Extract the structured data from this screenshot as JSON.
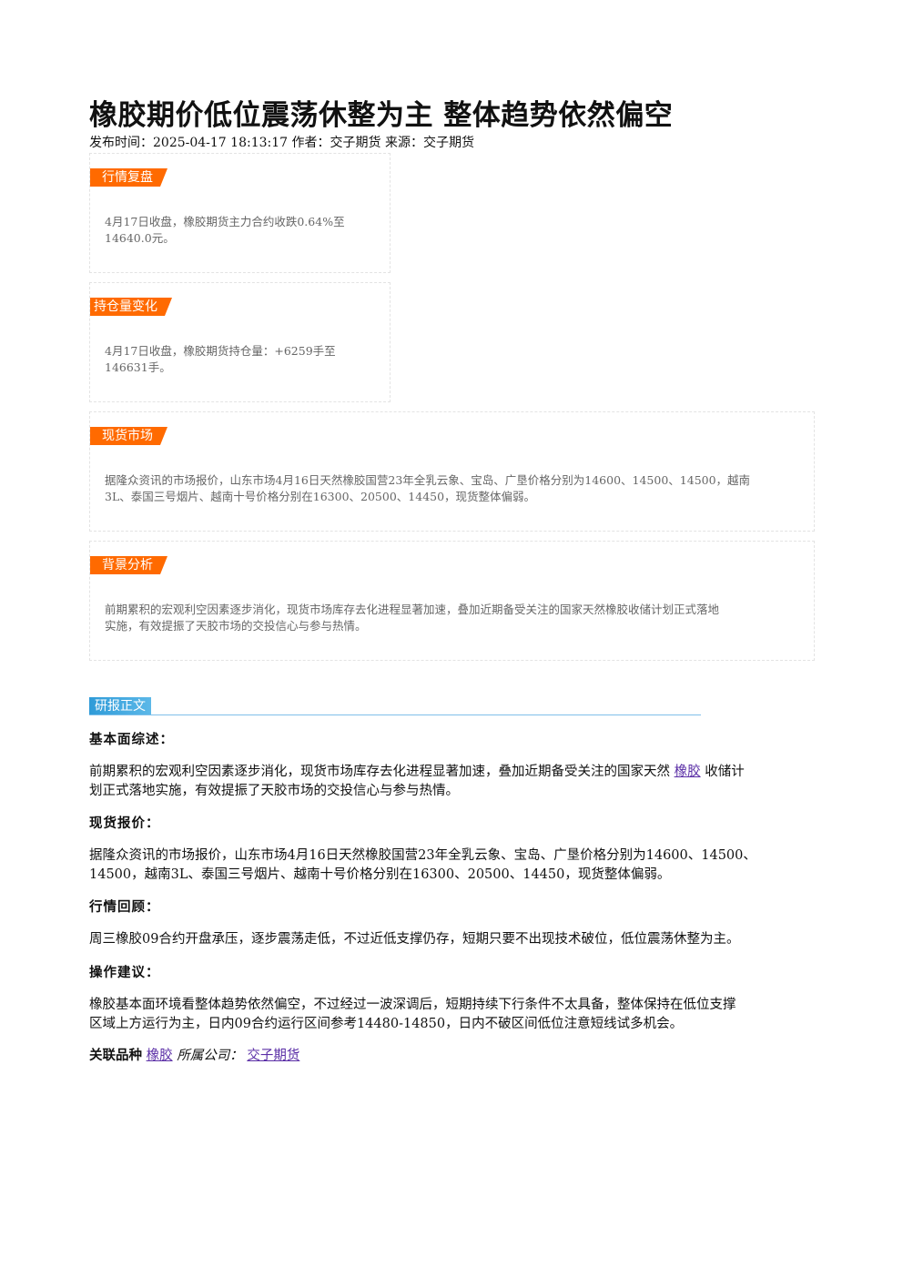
{
  "title": "橡胶期价低位震荡休整为主 整体趋势依然偏空",
  "meta": "发布时间：2025-04-17 18:13:17 作者：交子期货 来源：交子期货",
  "cards": [
    {
      "tag": "行情复盘",
      "text_line1": "4月17日收盘，橡胶期货主力合约收跌0.64%至",
      "text_line2": "14640.0元。"
    },
    {
      "tag": "持仓量变化",
      "text_line1": "4月17日收盘，橡胶期货持仓量：+6259手至",
      "text_line2": "146631手。"
    },
    {
      "tag": "现货市场",
      "text_line1": "据隆众资讯的市场报价，山东市场4月16日天然橡胶国营23年全乳云象、宝岛、广垦价格分别为14600、14500、14500，越南",
      "text_line2": "3L、泰国三号烟片、越南十号价格分别在16300、20500、14450，现货整体偏弱。"
    },
    {
      "tag": "背景分析",
      "text_line1": "前期累积的宏观利空因素逐步消化，现货市场库存去化进程显著加速，叠加近期备受关注的国家天然橡胶收储计划正式落地",
      "text_line2": "实施，有效提振了天胶市场的交投信心与参与热情。"
    }
  ],
  "report": {
    "tag": "研报正文",
    "sections": [
      {
        "heading": "基本面综述：",
        "line1_pre": "前期累积的宏观利空因素逐步消化，现货市场库存去化进程显著加速，叠加近期备受关注的国家天然",
        "line1_link": "橡胶",
        "line1_post": "收储计",
        "line2": "划正式落地实施，有效提振了天胶市场的交投信心与参与热情。"
      },
      {
        "heading": "现货报价：",
        "line1": "据隆众资讯的市场报价，山东市场4月16日天然橡胶国营23年全乳云象、宝岛、广垦价格分别为14600、14500、",
        "line2": "14500，越南3L、泰国三号烟片、越南十号价格分别在16300、20500、14450，现货整体偏弱。"
      },
      {
        "heading": "行情回顾：",
        "line1": "周三橡胶09合约开盘承压，逐步震荡走低，不过近低支撑仍存，短期只要不出现技术破位，低位震荡休整为主。"
      },
      {
        "heading": "操作建议：",
        "line1": "橡胶基本面环境看整体趋势依然偏空，不过经过一波深调后，短期持续下行条件不太具备，整体保持在低位支撑",
        "line2": "区域上方运行为主，日内09合约运行区间参考14480-14850，日内不破区间低位注意短线试多机会。"
      }
    ]
  },
  "footer": {
    "label": "关联品种",
    "product_link": "橡胶",
    "company_label": "所属公司：",
    "company_link": "交子期货"
  },
  "colors": {
    "tag_orange": "#ff6a00",
    "report_blue": "#2f9bd8",
    "link_purple": "#5a2ea6"
  }
}
